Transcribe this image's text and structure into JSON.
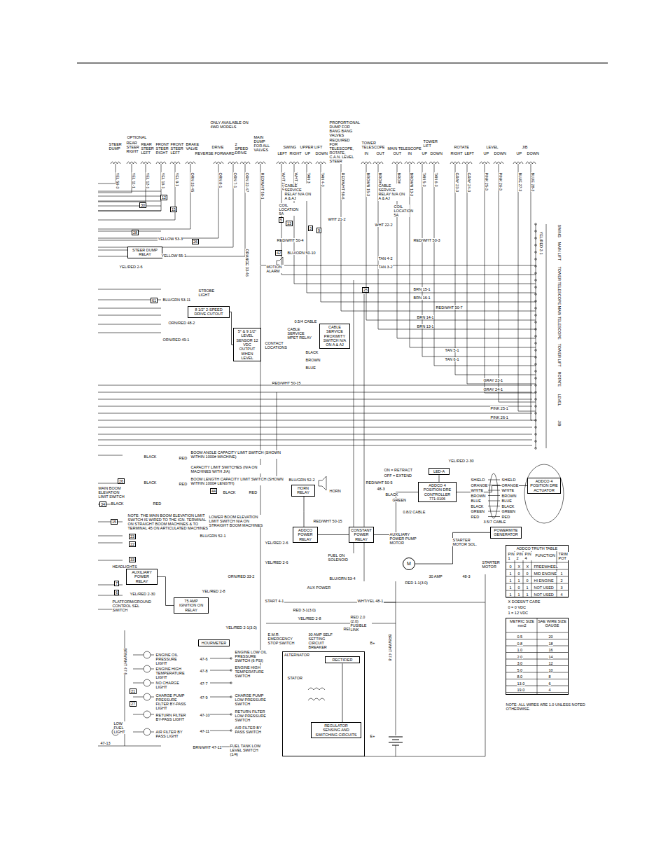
{
  "diagram": {
    "nodes": [
      {
        "text": [
          "STEER DUMP RELAY"
        ]
      },
      {
        "text": [
          "8 1/2\" 2-SPEED DRIVE CUTOUT"
        ]
      },
      {
        "text": [
          "5° & 9 1/2° LEVEL SENSOR 12 VDC OUTPUT WHEN LEVEL"
        ]
      },
      {
        "text": [
          "CABLE SERVICE PROXIMITY SWITCH N/A ON A & AJ"
        ]
      },
      {
        "text": [
          "HORN RELAY"
        ]
      },
      {
        "text": [
          "ADDCO POWER RELAY"
        ]
      },
      {
        "text": [
          "CONSTANT POWER RELAY"
        ]
      },
      {
        "text": [
          "ADDCO 4 POSITION DRE CONTROLLER",
          "771-0106"
        ]
      },
      {
        "text": [
          "LED-A"
        ]
      },
      {
        "text": [
          "ADDCO 4 POSITION DRE ACTUATOR"
        ]
      },
      {
        "text": [
          "AUXILIARY POWER RELAY"
        ]
      },
      {
        "text": [
          "75 AMP IGNITION ON RELAY"
        ]
      },
      {
        "text": [
          "HOURMETER"
        ]
      },
      {
        "text": [
          "ALTERNATOR"
        ]
      },
      {
        "text": [
          "RECTIFIER"
        ],
        "in": 13
      },
      {
        "text": [
          "REGULATOR",
          "SENSING AND SWITCHING CIRCUITS"
        ],
        "in": 13
      },
      {
        "text": [
          "ADDCO TRUTH TABLE"
        ]
      },
      {
        "text": [
          "METRIC SIZE mm2",
          "SAE WIRE SIZE GAUGE"
        ]
      },
      {
        "text": [
          "M"
        ]
      },
      {
        "text": [
          "POWERMITE GENERATOR"
        ]
      }
    ],
    "edges": [
      {
        "from": 1,
        "to": 2,
        "arrow": "none"
      },
      {
        "from": 8,
        "to": 7,
        "arrow": "none"
      },
      {
        "from": 7,
        "to": 9,
        "arrow": "none"
      },
      {
        "from": 6,
        "to": 7,
        "arrow": "none"
      },
      {
        "from": 5,
        "to": 6,
        "arrow": "none"
      },
      {
        "from": 10,
        "to": 11,
        "arrow": "none"
      },
      {
        "from": 18,
        "to": 19,
        "arrow": "none"
      },
      {
        "from": 14,
        "to": 15,
        "arrow": "none"
      },
      {
        "from": 4,
        "to": 5,
        "arrow": "none"
      }
    ],
    "labels": [
      "ONLY AVAILABLE ON 4WD MODELS",
      "STEER DUMP",
      "OPTIONAL",
      "REAR STEER RIGHT",
      "REAR STEER LEFT",
      "FRONT STEER RIGHT",
      "FRONT STEER LEFT",
      "BRAKE VALVE",
      "DRIVE",
      "REVERSE",
      "FORWARD",
      "2 SPEED DRIVE",
      "MAIN DUMP FOR ALL VALVES",
      "SWING",
      "LEFT",
      "RIGHT",
      "UPPER LIFT",
      "UP",
      "DOWN",
      "PROPORTIONAL DUMP FOR BANG BANG VALVES REQUIRED FOR TELESCOPE, ROTATE, C.A.N. LEVEL STEER",
      "TOWER TELESCOPE",
      "IN",
      "OUT",
      "MAIN TELESCOPE",
      "OUT",
      "IN",
      "TOWER LIFT",
      "UP",
      "DOWN",
      "ROTATE",
      "RIGHT",
      "LEFT",
      "LEVEL",
      "UP",
      "DOWN",
      "JIB",
      "UP",
      "DOWN",
      "YEL 56-3",
      "YEL 11-1",
      "YEL 12-1",
      "YEL 10-1",
      "YEL 9-1",
      "ORN 33-45",
      "ORN 8-1",
      "ORN 7-1",
      "ORN 32-47",
      "RED/WHT 50-1",
      "WHT 21-3",
      "WHT 22-3",
      "TAN 3-3",
      "TAN 4-3",
      "RED/WHT 50-6",
      "BROWN 15-3",
      "BROWN 16-3",
      "BROWN 14-3",
      "BROWN 13-3",
      "TAN 5-3",
      "TAN 6-3",
      "GRAY 23-3",
      "GRAY 24-3",
      "PINK 25-3",
      "PINK 26-3",
      "BLUE 27-3",
      "BLUE 28-3",
      "YELLOW 53-3",
      "YELLOW 55-1",
      "YEL/RED 2-6",
      "BLU/GRN 53-11",
      "STROBE LIGHT",
      "ORN/RED 48-2",
      "ORN/RED 49-1",
      "ORANGE 33-46",
      "BLU/ORN 50-10",
      "MOTION ALARM",
      "RED/WHT 50-4",
      "CABLE SERVICE RELAY N/A ON A & AJ",
      "COIL LOCATION 5A",
      "CABLE SERVICE RELAY N/A ON A & AJ",
      "COIL LOCATION 5A",
      "WHT 21-2",
      "WHT 22-2",
      "RED/WHT 50-3",
      "TAN 4-2",
      "TAN 3-2",
      "BRN 15-1",
      "BRN 16-1",
      "RED/WHT 50-7",
      "BRN 14-1",
      "BRN 13-1",
      "TAN 5-1",
      "TAN 6-1",
      "GRAY 23-1",
      "GRAY 24-1",
      "PINK 25-1",
      "PINK 26-1",
      "RED/WHT 50-15",
      "0.5/4 CABLE",
      "CABLE SERVICE MPET RELAY",
      "CONTACT LOCATIONS",
      "BLACK",
      "BROWN",
      "BLUE",
      "SWING",
      "MAIN LIFT",
      "TOWER TELESCOPE",
      "MAIN TELESCOPE",
      "TOWER LIFT",
      "ROTATE",
      "LEVEL",
      "JIB",
      "YEL/RED 2-1",
      "YEL/RED 2-30",
      "BOOM ANGLE CAPACITY LIMIT SWITCH (SHOWN WITHIN 1000# MACHINE)",
      "CAPACITY LIMIT SWITCHES (N/A ON MACHINES WITH J/A)",
      "BOOM LENGTH CAPACITY LIMIT SWITCH (SHOWN WITHIN 1000# LENGTH)",
      "MAIN BOOM ELEVATION LIMIT SWITCH",
      "NOTE: THE MAIN BOOM ELEVATION LIMIT SWITCH IS WIRED TO THE IGN. TERMINAL ON STRAIGHT BOOM MACHINES & TO TERMINAL 45 ON ARTICULATED MACHINES",
      "LOWER BOOM ELEVATION LIMIT SWITCH N/A ON STRAIGHT BOOM MACHINES",
      "BLACK",
      "RED",
      "BLACK",
      "RED",
      "BLACK",
      "RED",
      "BLACK",
      "RED",
      "BLU/GRN 52-1",
      "HEADLIGHTS",
      "BLU/GRN 52-2",
      "HORN",
      "RED/WHT 50-15",
      "YEL/RED 2-6",
      "FUEL ON SOLENOID",
      "YEL/RED 2-6",
      "BLU/GRN 53-4",
      "AUX POWER",
      "START 4-1",
      "WHT/YEL 48-1",
      "RED 1-1(3.0)",
      "30 AMP",
      "RED 1-1(3.0)",
      "RED 2.0 (2.0) FUSIBLE LINK",
      "E.M.R. EMERGENCY STOP SWITCH",
      "30 AMP SELF SETTING CIRCUIT BREAKER",
      "RED 3-1(3.0)",
      "YEL/RED 2-1(3.0)",
      "YEL/RED 2-8",
      "ORN/RED 33-2",
      "YEL/RED 2-8",
      "YEL/RED 2-30",
      "PLATFORM/GROUND CONTROL SEL SWITCH",
      "B+",
      "E+",
      "ENGINE OIL PRESSURE LIGHT",
      "ENGINE HIGH TEMPERATURE LIGHT",
      "NO CHARGE LIGHT",
      "CHARGE PUMP PRESSURE FILTER BY-PASS LIGHT",
      "RETURN FILTER BY-PASS LIGHT",
      "AIR FILTER BY PASS LIGHT",
      "LOW FUEL LIGHT",
      "ENGINE LOW OIL PRESSURE SWITCH (6 PSI)",
      "ENGINE HIGH TEMPERATURE SWITCH",
      "CHARGE PUMP LOW PRESSURE SWITCH",
      "RETURN FILTER LOW PRESSURE SWITCH",
      "AIR FILTER BY PASS SWITCH",
      "FUEL TANK LOW LEVEL SWITCH (1/4)",
      "47-6",
      "47-8",
      "47-7",
      "47-9",
      "47-10",
      "47-11",
      "BRN/WHT 47-12",
      "47-13",
      "BRN/WHT 47-5",
      "BRN/WHT 47-8",
      "NOTE: ALL WIRES ARE 1.0 UNLESS NOTED OTHERWISE.",
      "0.5",
      "20",
      "0.8",
      "18",
      "1.0",
      "16",
      "2.0",
      "14",
      "3.0",
      "12",
      "5.0",
      "10",
      "8.0",
      "8",
      "13.0",
      "6",
      "19.0",
      "4",
      "PIN 1",
      "PIN 2",
      "PIN 4",
      "FUNCTION",
      "TRIM POT",
      "0",
      "X",
      "X",
      "FREEWHEEL",
      "1",
      "0",
      "0",
      "MID ENGINE",
      "1",
      "1",
      "1",
      "0",
      "HI ENGINE",
      "2",
      "1",
      "0",
      "1",
      "NOT USED",
      "3",
      "1",
      "1",
      "1",
      "NOT USED",
      "4",
      "X DOESN'T CARE",
      "0 = 0 VDC",
      "1 = 12 VDC",
      "ON = RETRACT",
      "OFF = EXTEND",
      "RED/WHT 50-5",
      "48-3",
      "BLACK",
      "GREEN",
      "0.8/2 CABLE",
      "SHIELD",
      "ORANGE",
      "WHITE",
      "BROWN",
      "BLUE",
      "BLACK",
      "GREEN",
      "RED",
      "SHIELD",
      "ORANGE",
      "WHITE",
      "BROWN",
      "BLUE",
      "BLACK",
      "GREEN",
      "RED",
      "3.5/7 CABLE",
      "STARTER MOTOR SOL.",
      "STARTER MOTOR",
      "AUXILIARY POWER PUMP MOTOR",
      "48-3",
      "STATOR",
      "12",
      "30",
      "15",
      "28",
      "26",
      "61",
      "42",
      "5",
      "13",
      "9",
      "3",
      "25",
      "26",
      "34",
      "15",
      "44",
      "23",
      "22",
      "33",
      "7",
      "6",
      "21",
      "27"
    ]
  }
}
